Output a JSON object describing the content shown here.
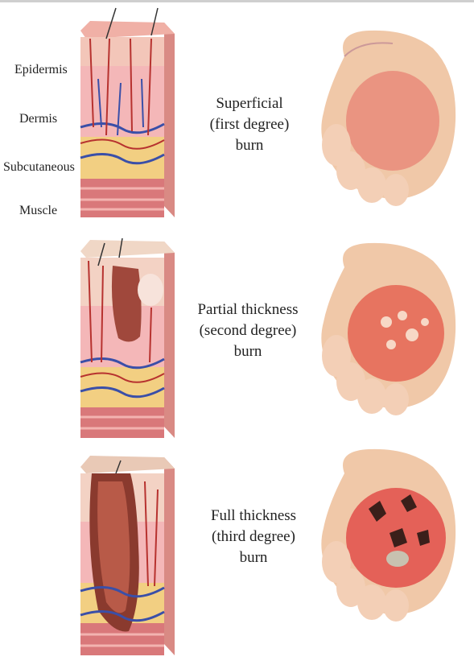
{
  "layer_labels": [
    "Epidermis",
    "Dermis",
    "Subcutaneous",
    "Muscle"
  ],
  "burns": [
    {
      "name": "superficial",
      "lines": [
        "Superficial",
        "(first degree)",
        "burn"
      ]
    },
    {
      "name": "partial",
      "lines": [
        "Partial thickness",
        "(second degree)",
        "burn"
      ]
    },
    {
      "name": "full",
      "lines": [
        "Full thickness",
        "(third degree)",
        "burn"
      ]
    }
  ],
  "colors": {
    "skin_top": "#f3c6b9",
    "dermis": "#f4b7b8",
    "fat": "#f2cf82",
    "muscle": "#d9787a",
    "vessel_blue": "#3a4fa8",
    "vessel_red": "#b7322f",
    "hand_skin": "#f0c8a8",
    "burn_red": "#e2554f",
    "burn_dark": "#3b1f1a"
  }
}
